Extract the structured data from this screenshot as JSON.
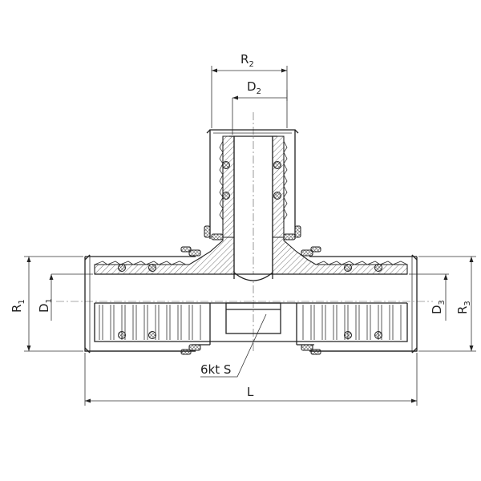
{
  "labels": {
    "r2": "R",
    "r2_sub": "2",
    "d2": "D",
    "d2_sub": "2",
    "r1": "R",
    "r1_sub": "1",
    "d1": "D",
    "d1_sub": "1",
    "d3": "D",
    "d3_sub": "3",
    "r3": "R",
    "r3_sub": "3",
    "hex": "6kt S",
    "length": "L"
  }
}
